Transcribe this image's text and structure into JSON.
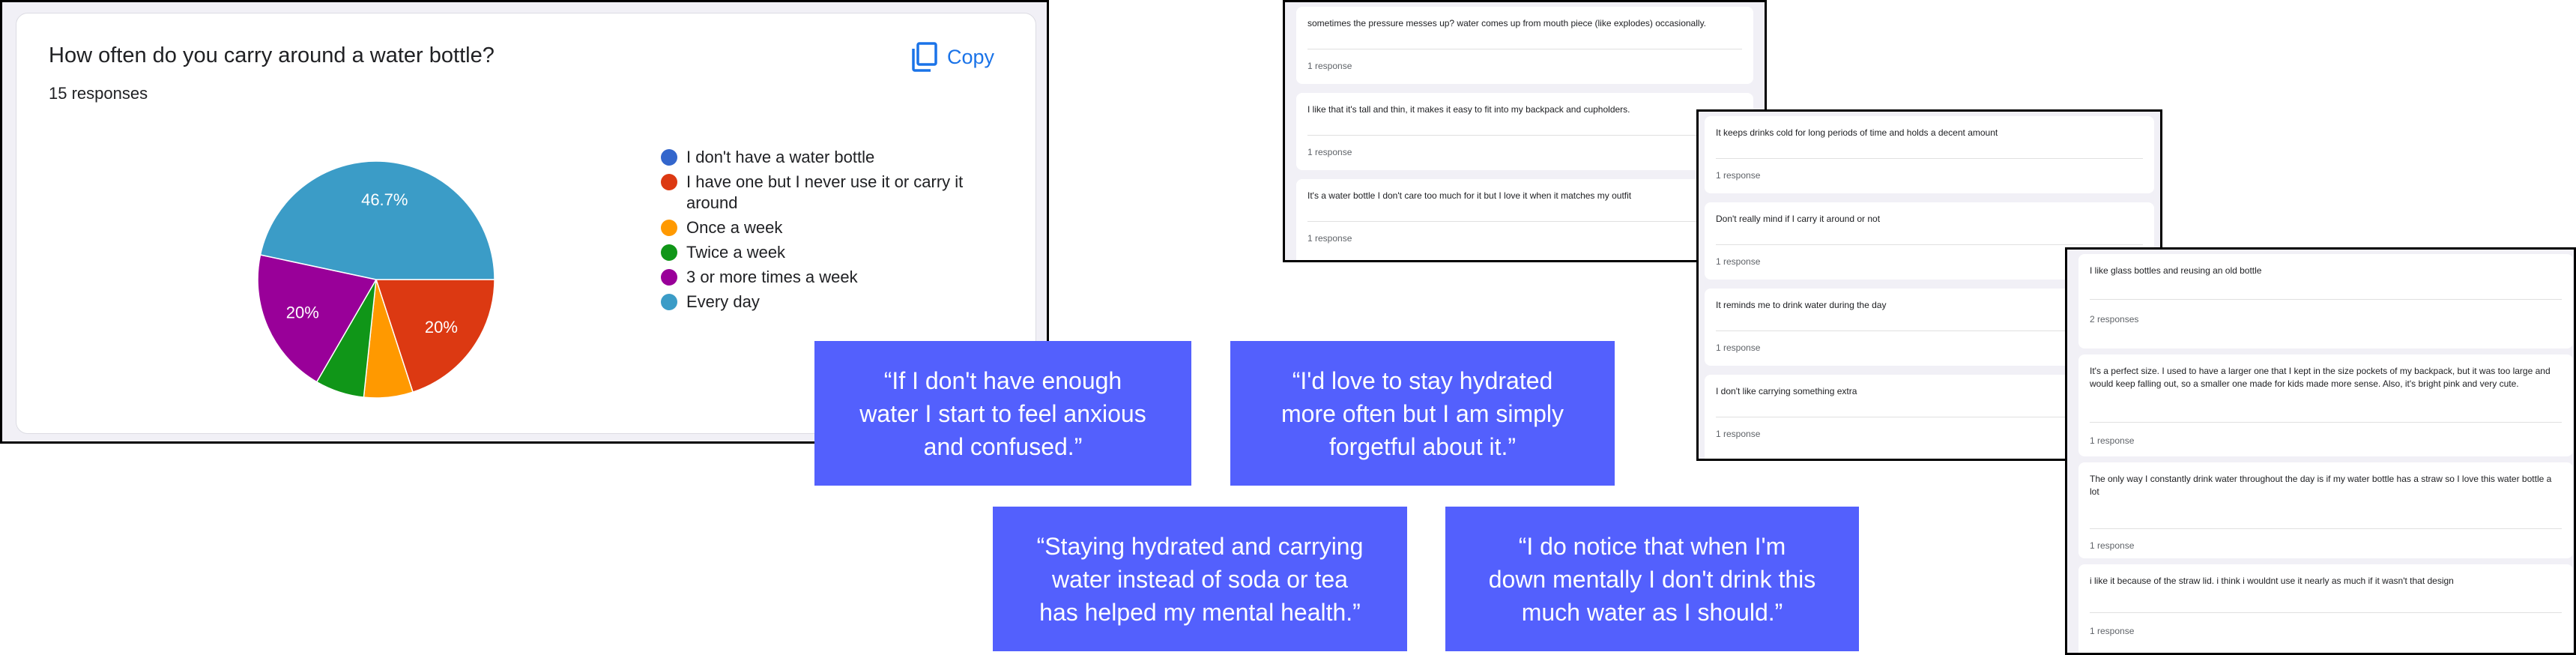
{
  "survey": {
    "title": "How often do you carry around a water bottle?",
    "responses": "15 responses",
    "copy_label": "Copy"
  },
  "chart_data": {
    "type": "pie",
    "categories": [
      "I don't have a water bottle",
      "I have one but I never use it or carry it around",
      "Once a week",
      "Twice a week",
      "3 or more times a week",
      "Every day"
    ],
    "values": [
      0,
      20,
      6.7,
      6.7,
      20,
      46.7
    ],
    "colors": [
      "#3366cc",
      "#dc3912",
      "#ff9900",
      "#109618",
      "#990099",
      "#3b9cc7"
    ],
    "data_labels": [
      "",
      "20%",
      "",
      "",
      "20%",
      "46.7%"
    ],
    "legend_position": "right"
  },
  "panel_a": [
    {
      "text": "sometimes the pressure messes up? water comes up from mouth piece (like explodes) occasionally.",
      "count": "1 response"
    },
    {
      "text": "I like that it's tall and thin, it makes it easy to fit into my backpack and cupholders.",
      "count": "1 response"
    },
    {
      "text": "It's a water bottle I don't care too much for it but I love it when it matches my outfit",
      "count": "1 response"
    }
  ],
  "panel_b": [
    {
      "text": "It keeps drinks cold for long periods of time and holds a decent amount",
      "count": "1 response"
    },
    {
      "text": "Don't really mind if I carry it around or not",
      "count": "1 response"
    },
    {
      "text": "It reminds me to drink water during the day",
      "count": "1 response"
    },
    {
      "text": "I don't like carrying something extra",
      "count": "1 response"
    }
  ],
  "panel_c": [
    {
      "text": "I like glass bottles and reusing an old bottle",
      "count": "2 responses"
    },
    {
      "text": "It's a perfect size. I used to have a larger one that I kept in the size pockets of my backpack, but it was too large and would keep falling out, so a smaller one made for kids made more sense. Also, it's bright pink and very cute.",
      "count": "1 response"
    },
    {
      "text": "The only way I constantly drink water throughout the day is if my water bottle has a straw so I love this water bottle a lot",
      "count": "1 response"
    },
    {
      "text": "i like it because of the straw lid. i think i wouldnt use it nearly as much if it wasn't that design",
      "count": "1 response"
    }
  ],
  "quotes": [
    [
      "“If I don't have enough",
      "water I start to feel anxious",
      "and confused.”"
    ],
    [
      "“I'd love to stay hydrated",
      "more often but I am simply",
      "forgetful about it.”"
    ],
    [
      "“Staying hydrated and carrying",
      "water instead of soda or tea",
      "has helped my mental health.”"
    ],
    [
      "“I do notice that when I'm",
      "down mentally I don't drink this",
      "much water as I should.”"
    ]
  ]
}
